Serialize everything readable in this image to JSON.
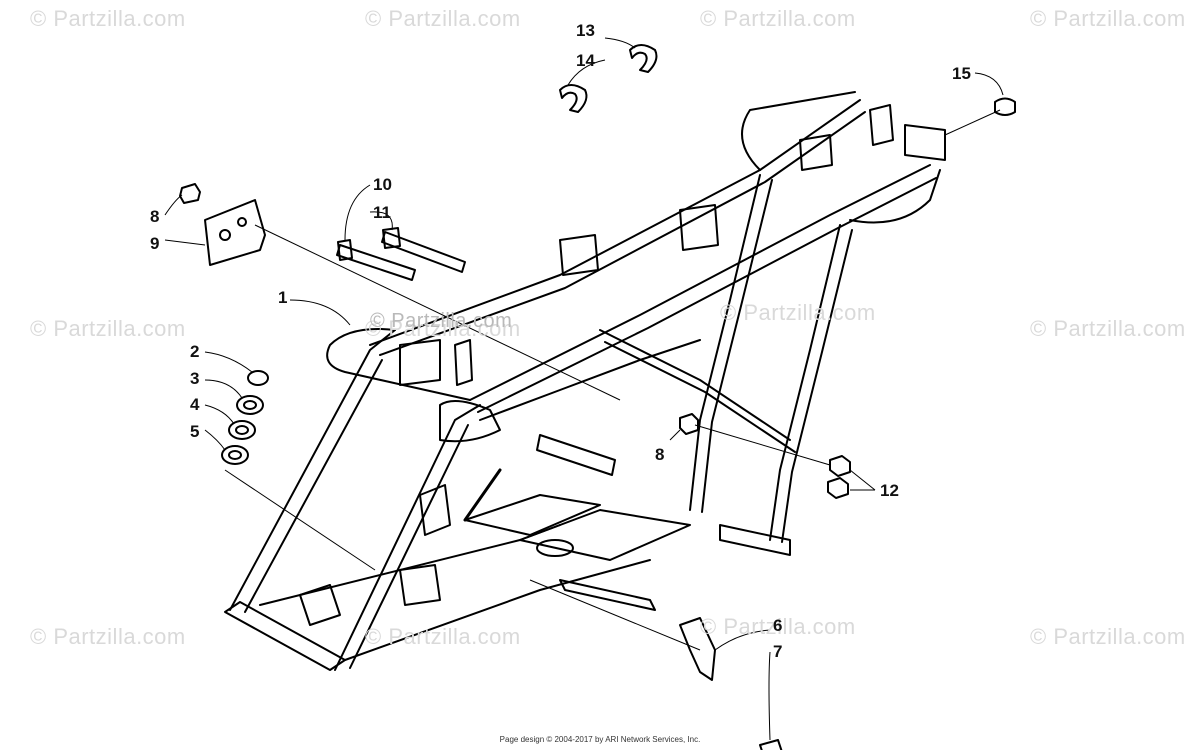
{
  "watermarks": [
    "© Partzilla.com",
    "© Partzilla.com",
    "© Partzilla.com",
    "© Partzilla.com",
    "© Partzilla.com",
    "© Partzilla.com",
    "© Partzilla.com",
    "© Partzilla.com",
    "© Partzilla.com",
    "© Partzilla.com",
    "© Partzilla.com",
    "© Partzilla.com",
    "© Partzilla.com"
  ],
  "callouts": [
    "1",
    "2",
    "3",
    "4",
    "5",
    "6",
    "7",
    "8",
    "9",
    "10",
    "11",
    "12",
    "13",
    "14",
    "15",
    "8"
  ],
  "footer": "Page design © 2004-2017 by ARI Network Services, Inc."
}
